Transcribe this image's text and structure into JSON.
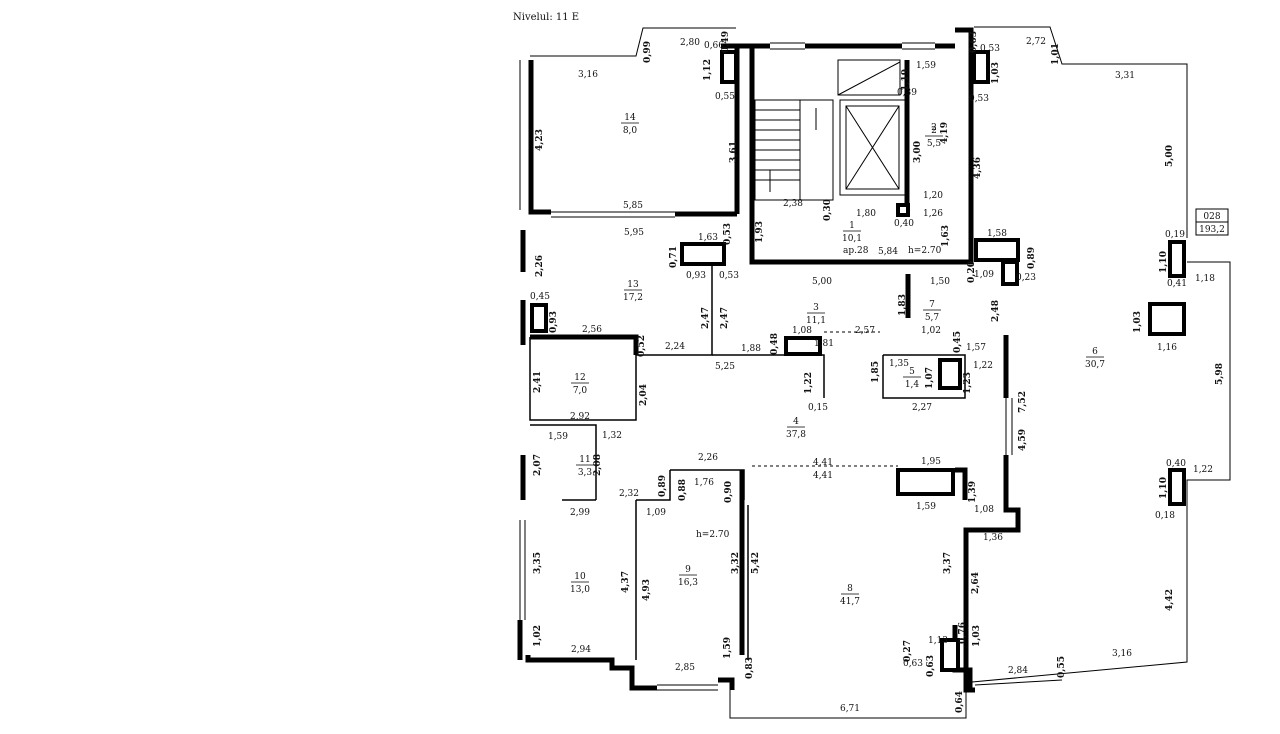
{
  "header": "Nivelul: 11 E",
  "stamp": {
    "code": "028",
    "area": "193,2"
  },
  "rooms": [
    {
      "id": "room-14",
      "num": "14",
      "area": "8,0"
    },
    {
      "id": "room-13",
      "num": "13",
      "area": "17,2"
    },
    {
      "id": "room-12",
      "num": "12",
      "area": "7,0"
    },
    {
      "id": "room-11",
      "num": "11",
      "area": "3,3"
    },
    {
      "id": "room-10",
      "num": "10",
      "area": "13,0"
    },
    {
      "id": "room-9",
      "num": "9",
      "area": "16,3"
    },
    {
      "id": "room-8",
      "num": "8",
      "area": "41,7"
    },
    {
      "id": "room-7",
      "num": "7",
      "area": "5,7"
    },
    {
      "id": "room-6",
      "num": "6",
      "area": "30,7"
    },
    {
      "id": "room-5",
      "num": "5",
      "area": "1,4"
    },
    {
      "id": "room-4",
      "num": "4",
      "area": "37,8"
    },
    {
      "id": "room-3",
      "num": "3",
      "area": "11,1"
    },
    {
      "id": "room-2",
      "num": "2",
      "area": "5,5"
    },
    {
      "id": "room-1",
      "num": "1",
      "area": "10,1"
    }
  ],
  "notes": {
    "apt": "ap.28",
    "height_1": "h=2.70",
    "height_2": "h=2.70"
  },
  "dims": [
    "2,80",
    "0,66",
    "0,49",
    "0,99",
    "3,16",
    "1,12",
    "0,55",
    "4,23",
    "3,61",
    "1,19",
    "0,39",
    "1,59",
    "2,72",
    "0,63",
    "0,53",
    "1,01",
    "1,03",
    "0,53",
    "3,31",
    "5,00",
    "2",
    "4,19",
    "3,00",
    "4,36",
    "2,38",
    "0,30",
    "1,80",
    "1,20",
    "1,26",
    "0,40",
    "1,93",
    "5,85",
    "5,95",
    "1,63",
    "0,53",
    "0,71",
    "0,93",
    "0,53",
    "2,26",
    "0,45",
    "0,93",
    "2,56",
    "0,52",
    "2,24",
    "2,47",
    "2,47",
    "5,00",
    "5,84",
    "1,63",
    "1,58",
    "0,89",
    "0,19",
    "1,10",
    "0,41",
    "1,18",
    "0,20",
    "1,09",
    "0,23",
    "1,50",
    "1,83",
    "2,48",
    "1,08",
    "0,48",
    "1,88",
    "2,57",
    "1,81",
    "1,02",
    "0,45",
    "1,57",
    "1,03",
    "1,16",
    "5,98",
    "2,41",
    "2,04",
    "5,25",
    "1,22",
    "0,15",
    "1,85",
    "1,35",
    "1,07",
    "1,23",
    "1,22",
    "2,27",
    "7,52",
    "2,92",
    "1,59",
    "1,32",
    "2,07",
    "2,08",
    "2,26",
    "4,41",
    "4,41",
    "1,95",
    "4,59",
    "0,40",
    "1,22",
    "1,10",
    "0,89",
    "0,88",
    "1,76",
    "0,90",
    "1,39",
    "1,08",
    "0,18",
    "2,32",
    "2,99",
    "1,09",
    "1,59",
    "1,36",
    "3,35",
    "4,37",
    "4,93",
    "3,32",
    "5,42",
    "3,37",
    "2,64",
    "4,42",
    "1,02",
    "1,59",
    "1,03",
    "0,76",
    "1,13",
    "0,27",
    "0,63",
    "0,63",
    "2,94",
    "2,85",
    "0,83",
    "2,84",
    "0,55",
    "3,16",
    "6,71",
    "0,64"
  ]
}
